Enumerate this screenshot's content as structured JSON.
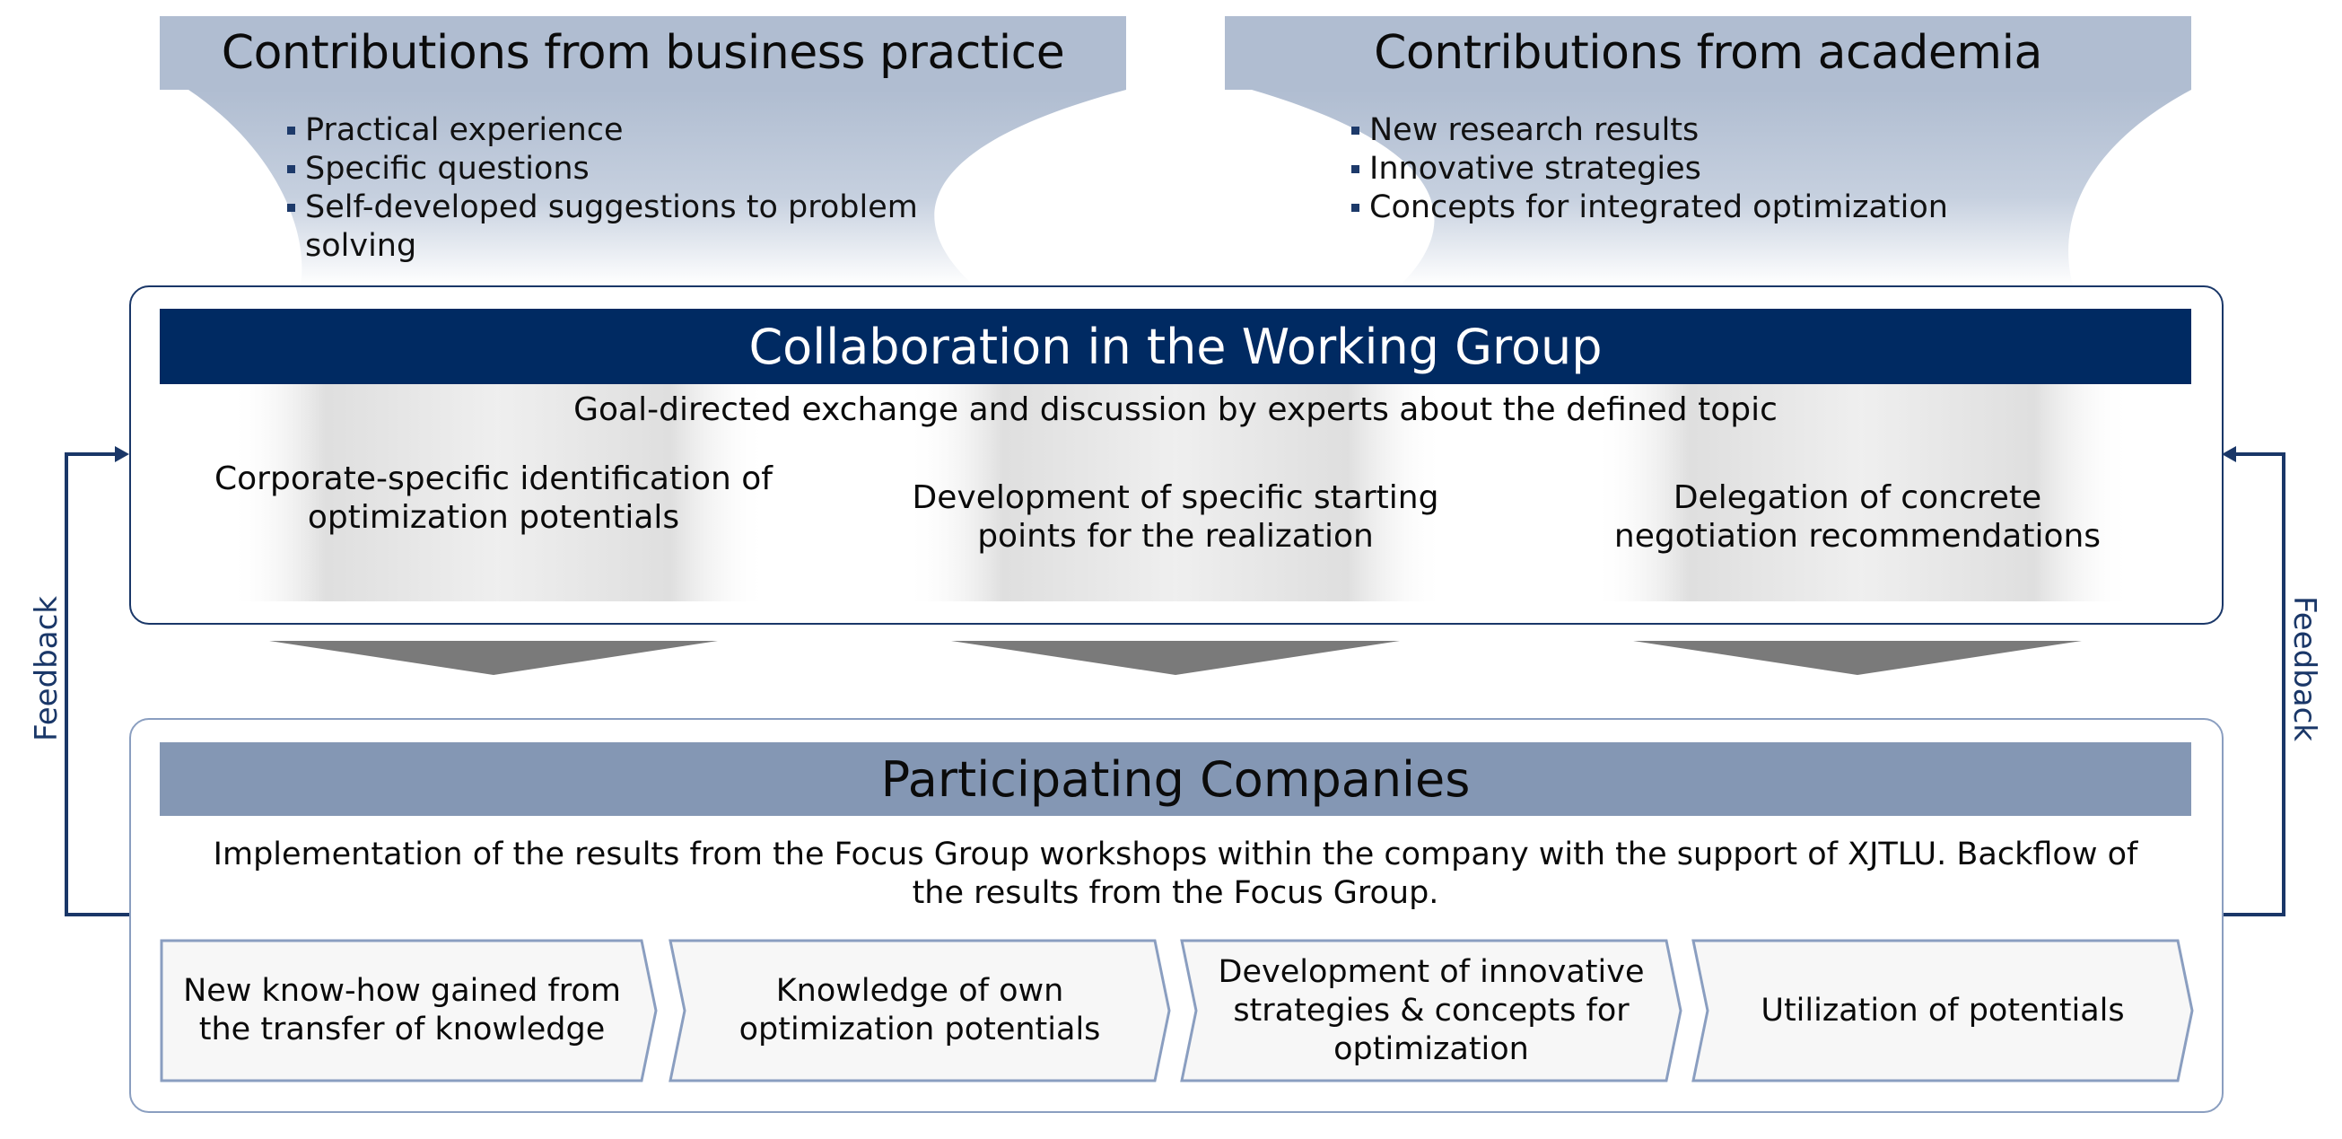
{
  "business": {
    "title": "Contributions from business practice",
    "items": [
      "Practical experience",
      "Specific questions",
      "Self-developed suggestions to problem solving"
    ]
  },
  "academia": {
    "title": "Contributions from academia",
    "items": [
      "New research results",
      "Innovative strategies",
      "Concepts for integrated optimization"
    ]
  },
  "collaboration": {
    "title": "Collaboration in the Working Group",
    "subtitle": "Goal-directed exchange and discussion by experts about the defined topic",
    "columns": [
      "Corporate-specific identification of optimization potentials",
      "Development of specific starting points for the realization",
      "Delegation of concrete negotiation recommendations"
    ]
  },
  "participating": {
    "title": "Participating Companies",
    "description": "Implementation of the results from the Focus Group workshops within the company with the support of XJTLU. Backflow of the results from the Focus Group.",
    "steps": [
      "New know-how gained from the transfer of knowledge",
      "Knowledge of own optimization potentials",
      "Development of innovative strategies & concepts for optimization",
      "Utilization of potentials"
    ]
  },
  "feedback": {
    "left": "Feedback",
    "right": "Feedback"
  },
  "colors": {
    "navy": "#002a62",
    "steel_blue": "#8497b4",
    "light_blue": "#b0bdd1",
    "arrow_gray": "#7a7a7a",
    "chevron_fill": "#f7f7f7",
    "chevron_border": "#8a9ec0"
  }
}
